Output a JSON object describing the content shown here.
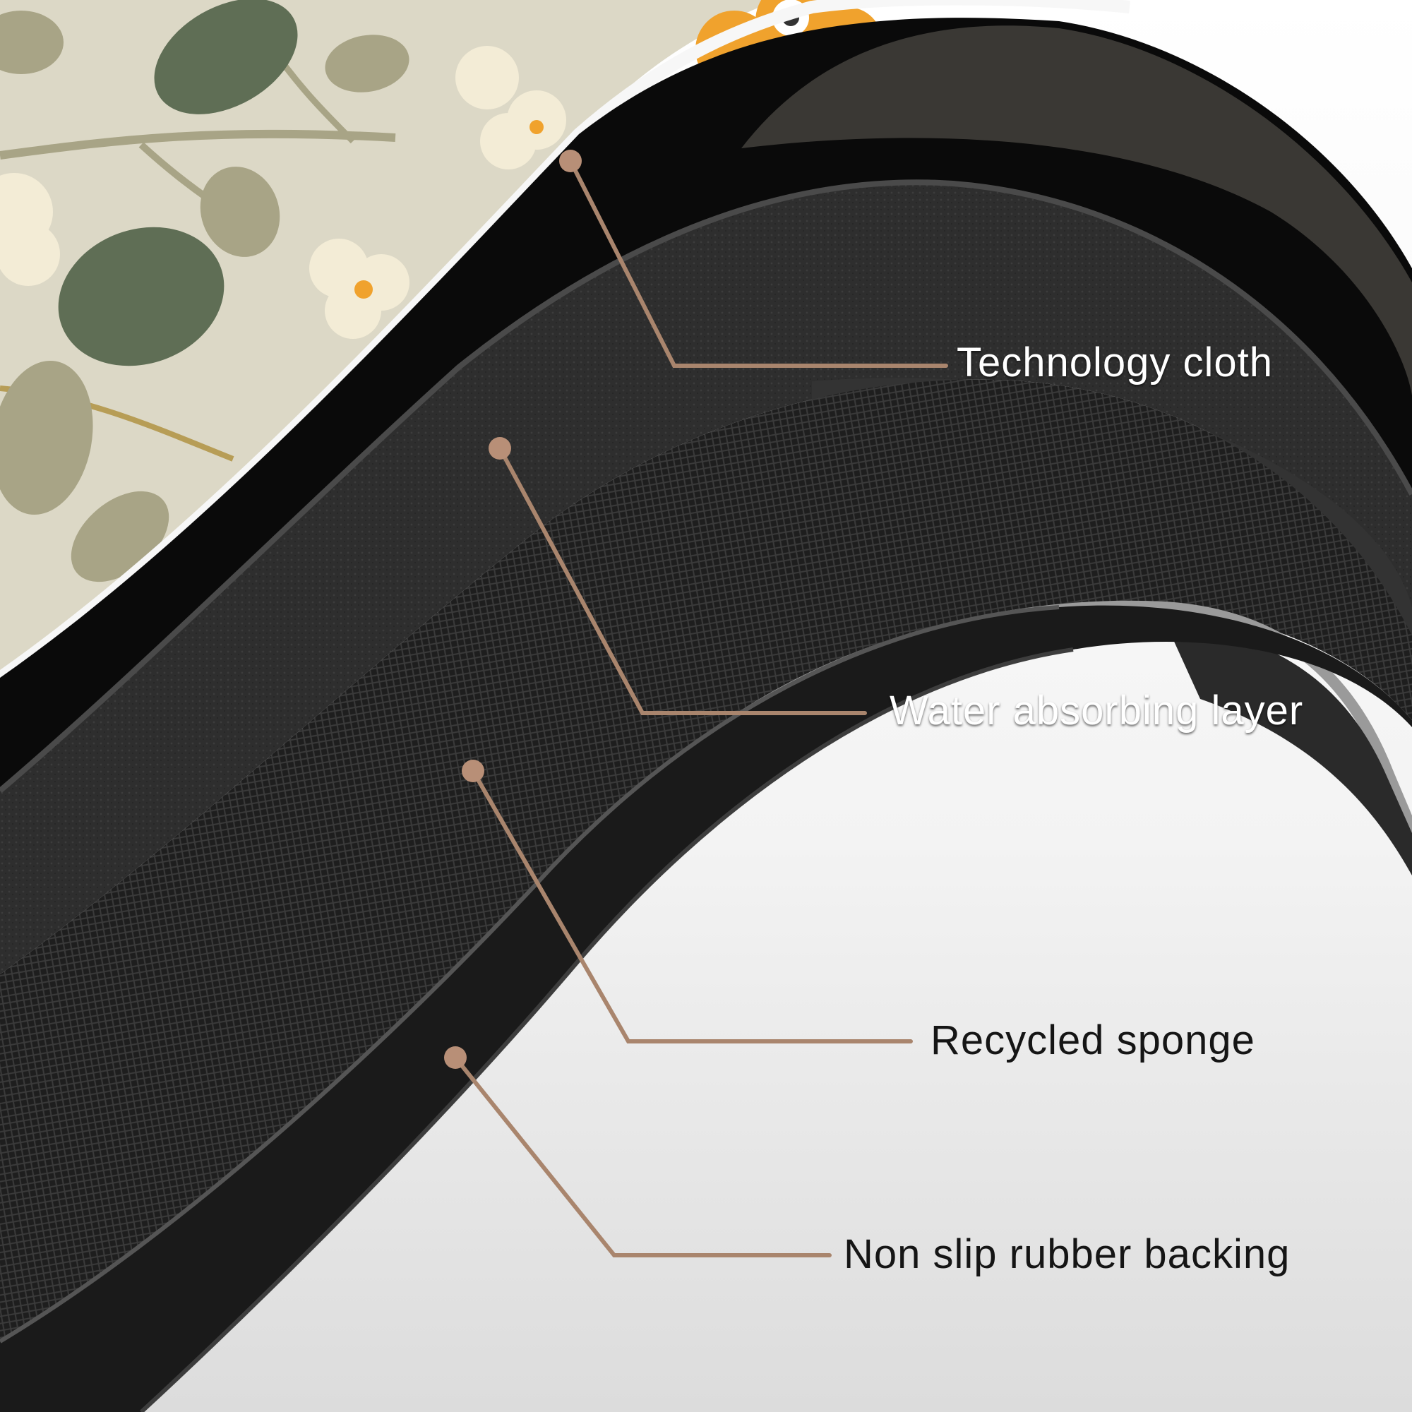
{
  "colors": {
    "callout_line": "#a9856d",
    "callout_dot": "#b88f77",
    "pattern_bg": "#dcd8c6",
    "leaf_dark": "#5f6e55",
    "leaf_light": "#a8a486",
    "flower_orange": "#f0a22d",
    "flower_cream": "#f3ecd6"
  },
  "layers": [
    {
      "label": "Technology cloth"
    },
    {
      "label": "Water absorbing layer"
    },
    {
      "label": "Recycled sponge"
    },
    {
      "label": "Non slip rubber backing"
    }
  ]
}
